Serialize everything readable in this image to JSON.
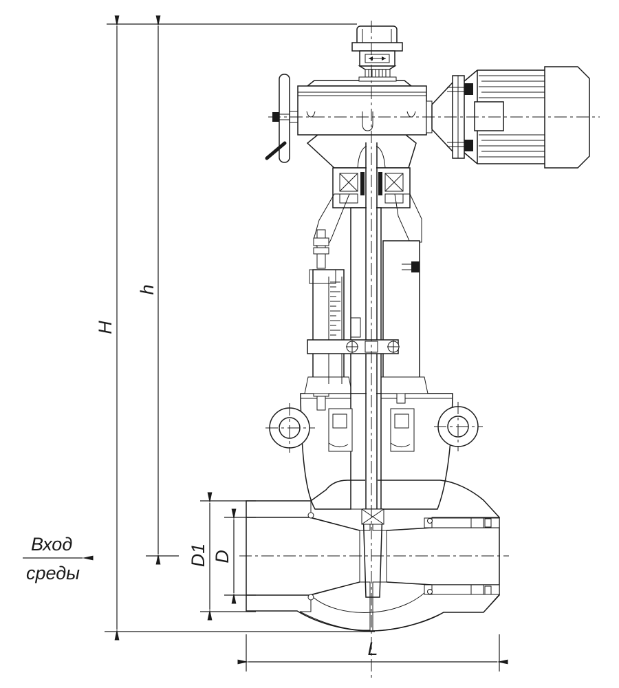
{
  "meta": {
    "drawing_type": "sectional technical drawing",
    "subject": "wedge gate valve with electric actuator and handwheel",
    "background_color": "#ffffff",
    "ink_color": "#1a1a1a"
  },
  "dimensions": {
    "overall_height": "H",
    "centerline_height": "h",
    "hub_outer_diameter": "D1",
    "bore_diameter": "D",
    "face_to_face_length": "L"
  },
  "flow_label": {
    "line1": "Вход",
    "line2": "среды"
  },
  "parts": [
    "position-indicator-unit",
    "reduction-gearbox",
    "manual-handwheel",
    "declutch-lever",
    "motor-coupling-flange",
    "electric-motor",
    "yoke",
    "stem",
    "stem-nut-bearing-unit",
    "travel-scale",
    "crosshead-indicator",
    "bonnet",
    "gland-assembly",
    "lifting-lug-left",
    "lifting-lug-right",
    "valve-body",
    "gate-wedge",
    "pipe-end-inlet",
    "pipe-end-outlet"
  ]
}
